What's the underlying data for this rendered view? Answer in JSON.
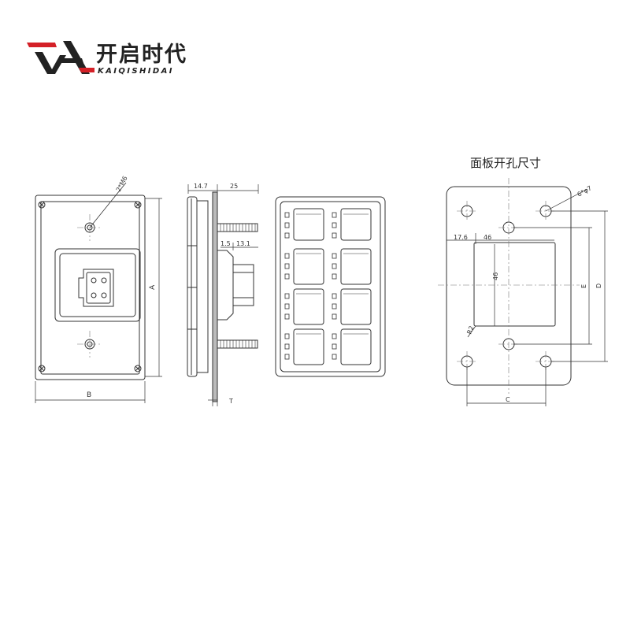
{
  "logo": {
    "chinese_name": "开启时代",
    "english_name": "KAIQISHIDAI"
  },
  "cutout_title": "面板开孔尺寸",
  "front_view": {
    "screw_label": "2*M6",
    "dim_height": "A",
    "dim_width": "B"
  },
  "side_view": {
    "dim_left": "14.7",
    "dim_right": "25",
    "dim_a": "1.5",
    "dim_b": "13.1",
    "dim_thickness": "T"
  },
  "cutout_view": {
    "hole_label": "6*φ7",
    "dim_offset": "17.6",
    "dim_width": "46",
    "dim_height": "46",
    "dim_radius": "R2",
    "dim_c": "C",
    "dim_d": "D",
    "dim_e": "E"
  },
  "colors": {
    "logo_red": "#d42027",
    "logo_dark": "#222222",
    "line": "#333333",
    "center_line": "#777777"
  }
}
